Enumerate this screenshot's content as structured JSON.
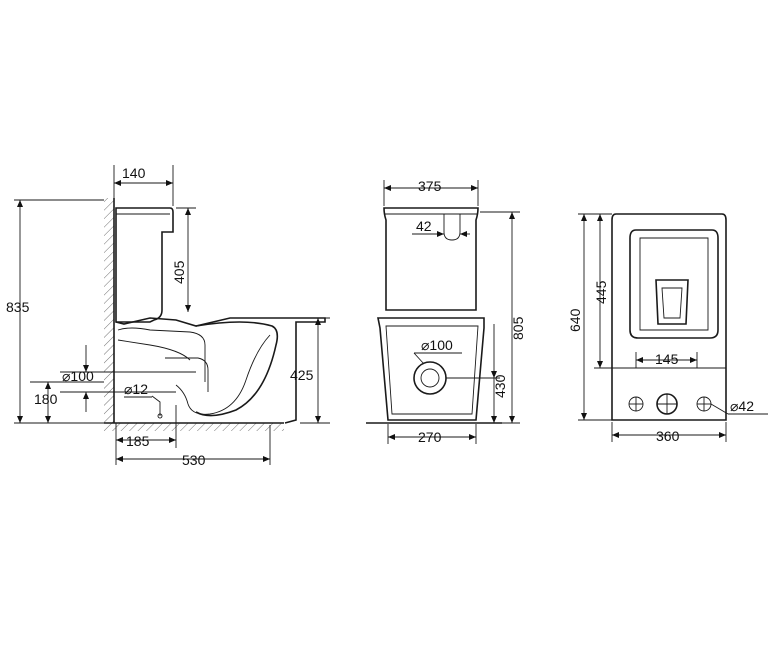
{
  "side_view": {
    "dims": {
      "tank_depth": "140",
      "tank_height": "405",
      "total_height": "835",
      "seat_height": "425",
      "outlet_diameter": "⌀100",
      "outlet_height": "180",
      "inlet_diameter": "⌀12",
      "outlet_offset": "185",
      "total_length": "530"
    }
  },
  "front_view": {
    "dims": {
      "top_width": "375",
      "button": "42",
      "total_height": "805",
      "outlet_diameter": "⌀100",
      "outlet_height": "430",
      "base_width": "270"
    }
  },
  "top_view": {
    "dims": {
      "length": "640",
      "bowl_length": "445",
      "bolt_spacing": "145",
      "hole_diameter": "⌀42",
      "width": "360"
    }
  }
}
